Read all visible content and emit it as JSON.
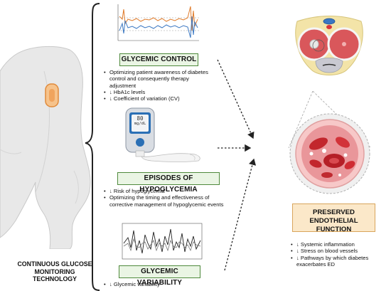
{
  "left_title": [
    "CONTINUOUS GLUCOSE",
    "MONITORING",
    "TECHNOLOGY"
  ],
  "sections": [
    {
      "label": "GLYCEMIC CONTROL",
      "bullets": [
        "Optimizing patient awareness of diabetes control and consequently therapy adjustment",
        "↓ HbA1c levels",
        "↓ Coefficient of variation (CV)"
      ]
    },
    {
      "label": "EPISODES OF HYPOGLYCEMIA",
      "bullets": [
        "↓ Risk of hypoglycemia",
        "Optimizing the timing and effectiveness of corrective management of hypoglycemic events"
      ]
    },
    {
      "label": "GLYCEMIC VARIABILITY",
      "bullets": [
        "↓ Glycemic variability"
      ]
    }
  ],
  "glucometer_display": [
    "80",
    "mg/dL"
  ],
  "outcome": {
    "label": [
      "PRESERVED ENDOTHELIAL",
      "FUNCTION"
    ],
    "bullets": [
      "↓ Systemic inflammation",
      "↓ Stress on blood vessels",
      "↓ Pathways by which diabetes exacerbates ED"
    ]
  },
  "colors": {
    "box_fill": "#eaf5e4",
    "box_border": "#4f8a3c",
    "outcome_fill": "#fbe8c9",
    "outcome_border": "#d9a55c",
    "vessel_red": "#d9343b",
    "sensor_orange": "#f0a45e"
  }
}
